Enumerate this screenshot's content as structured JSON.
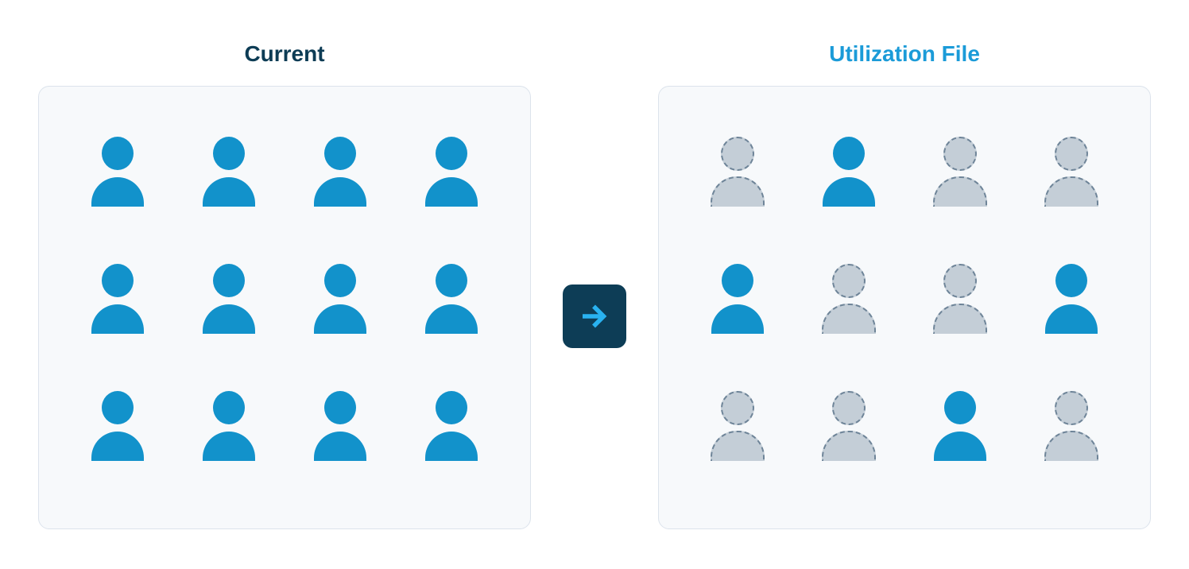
{
  "panels": {
    "current": {
      "title": "Current",
      "people": [
        "active",
        "active",
        "active",
        "active",
        "active",
        "active",
        "active",
        "active",
        "active",
        "active",
        "active",
        "active"
      ]
    },
    "utilization": {
      "title": "Utilization File",
      "people": [
        "inactive",
        "active",
        "inactive",
        "inactive",
        "active",
        "inactive",
        "inactive",
        "active",
        "inactive",
        "inactive",
        "active",
        "inactive"
      ]
    }
  },
  "arrow_button": {
    "icon": "arrow-right"
  },
  "colors": {
    "active_person": "#1292cb",
    "inactive_person_fill": "#c4ced7",
    "inactive_person_border": "#6e8498",
    "panel_background": "#f7f9fb",
    "panel_border": "#dce3ec",
    "button_background": "#0d3d56",
    "arrow": "#29b2f0",
    "title_current": "#0d3c55",
    "title_utilization": "#1b9bd8"
  }
}
